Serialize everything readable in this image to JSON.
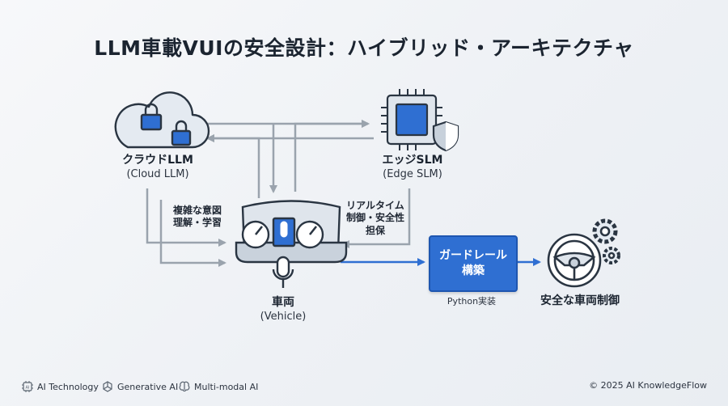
{
  "title": "LLM車載VUIの安全設計：ハイブリッド・アーキテクチャ",
  "nodes": {
    "cloud": {
      "name": "クラウドLLM",
      "sub": "(Cloud LLM)",
      "icon": "cloud-lock-icon"
    },
    "edge": {
      "name": "エッジSLM",
      "sub": "(Edge SLM)",
      "icon": "chip-shield-icon"
    },
    "vehicle": {
      "name": "車両",
      "sub": "(Vehicle)",
      "icon": "dashboard-mic-icon"
    },
    "guardrail": {
      "line1": "ガードレール",
      "line2": "構築",
      "note": "Python実装"
    },
    "control": {
      "name": "安全な車両制御",
      "icon": "steering-gear-icon"
    }
  },
  "annotations": {
    "cloud_role": {
      "line1": "複雑な意図",
      "line2": "理解・学習"
    },
    "edge_role": {
      "line1": "リアルタイム",
      "line2": "制御・安全性",
      "line3": "担保"
    }
  },
  "footer": {
    "tags": [
      "AI Technology",
      "Generative AI",
      "Multi-modal AI"
    ],
    "copyright": "© 2025 AI KnowledgeFlow"
  },
  "colors": {
    "accent": "#2f6fd2",
    "arrow_gray": "#9aa3ad",
    "icon_stroke": "#2a3542"
  }
}
